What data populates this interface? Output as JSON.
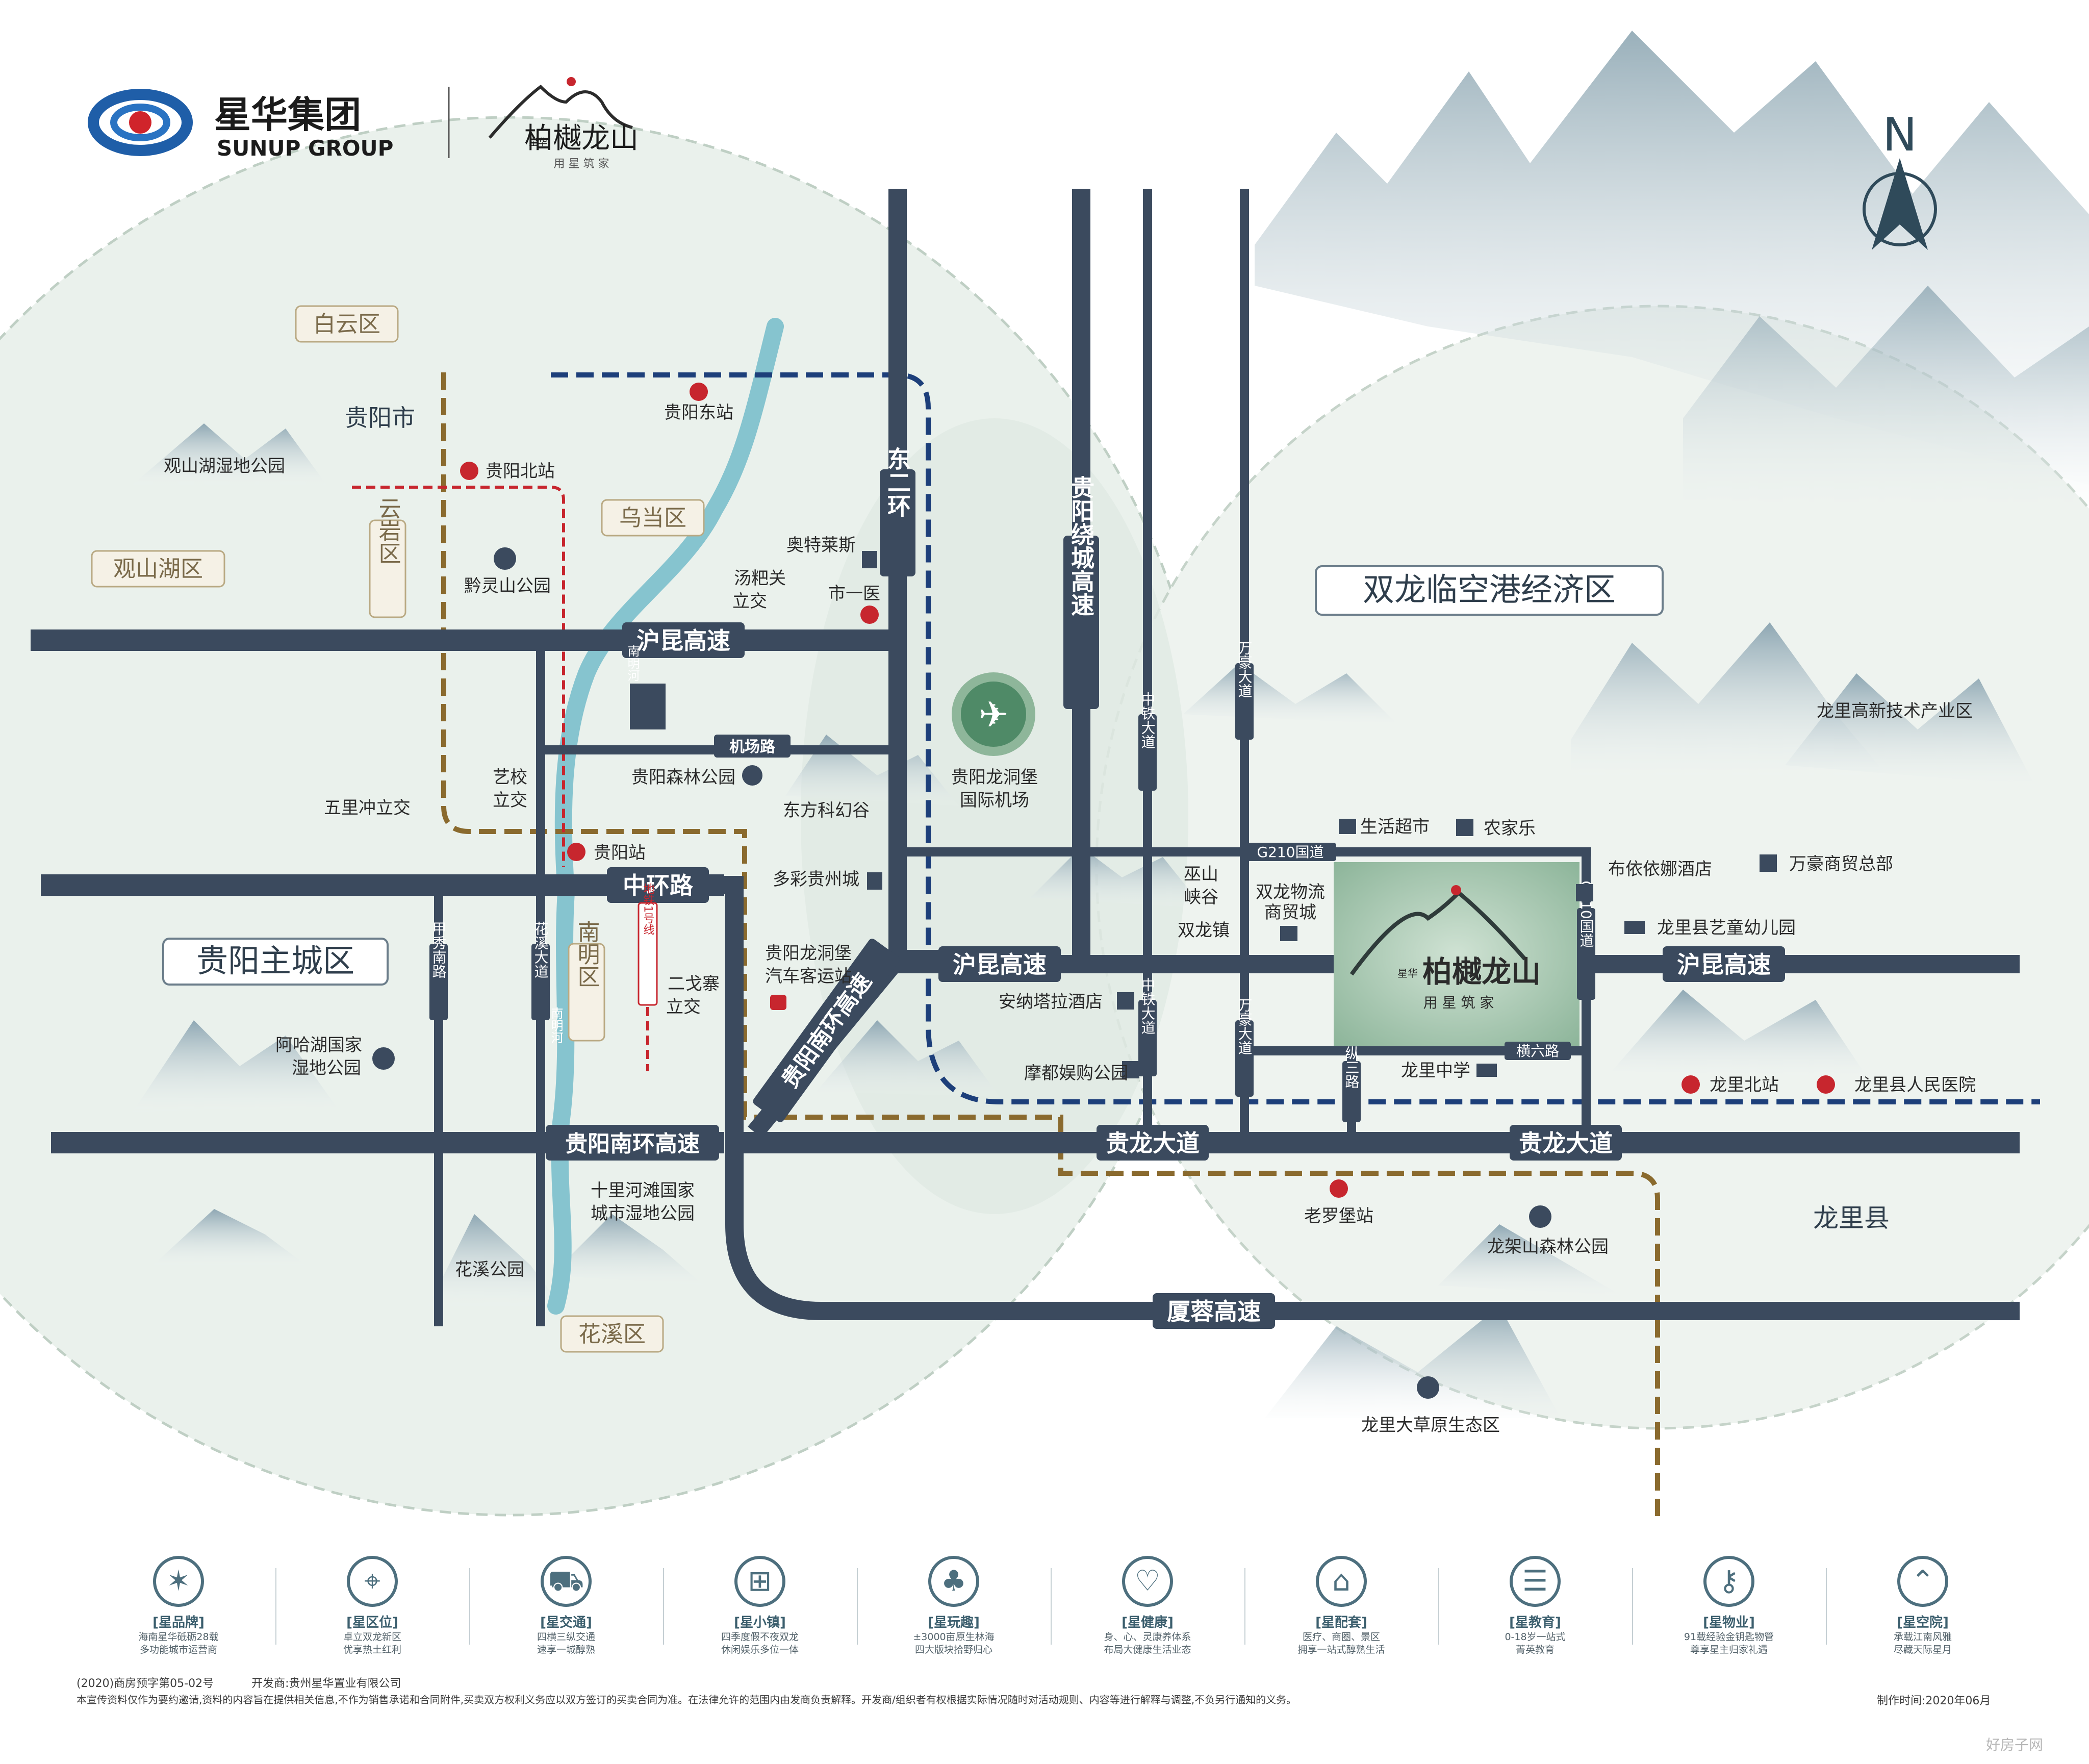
{
  "logos": {
    "group_cn": "星华集团",
    "group_en": "SUNUP GROUP",
    "project_prefix": "星华",
    "project_name": "柏樾龙山",
    "slogan": "用 星 筑 家"
  },
  "compass": "N",
  "districts": {
    "baiyun": "白云区",
    "guanshanhu": "观山湖区",
    "yunyan": "云岩区",
    "wudang": "乌当区",
    "nanming": "南明区",
    "huaxi": "花溪区",
    "guiyang_main": "贵阳主城区",
    "shuanglong": "双龙临空港经济区",
    "guiyang_city": "贵阳市",
    "longli_county": "龙里县"
  },
  "roads": {
    "hukun_west": "沪昆高速",
    "hukun_mid": "沪昆高速",
    "hukun_east": "沪昆高速",
    "dong_erhuan": "东二环",
    "raocheng": "贵阳绕城高速",
    "zhonghuan": "中环路",
    "jichang": "机场路",
    "jiaxiunan": "甲秀南路",
    "huaxi_ave": "花溪大道",
    "nanhuan_ring": "贵阳南环高速",
    "nanhuan_diag": "贵阳南环高速",
    "guilong_w": "贵龙大道",
    "guilong_e": "贵龙大道",
    "xiarong": "厦蓉高速",
    "zhongtie_n": "中铁大道",
    "zhongtie_s": "中铁大道",
    "wanhao_n": "万豪大道",
    "wanhao_s": "万豪大道",
    "g210_h": "G210国道",
    "g210_v": "G210国道",
    "hengliu": "横六路",
    "zongsan": "纵三路",
    "metro1": "地铁1号线",
    "nanminghe_1": "南明河",
    "nanminghe_2": "南明河"
  },
  "pois": {
    "guiyang_east": "贵阳东站",
    "guiyang_north": "贵阳北站",
    "guiyang_station": "贵阳站",
    "laobao": "老罗堡站",
    "longli_north": "龙里北站",
    "guanshanhu_park": "观山湖湿地公园",
    "qianlingshan": "黔灵山公园",
    "outlets": "奥特莱斯",
    "tangba_1": "汤粑关",
    "tangba_2": "立交",
    "shiyiyi": "市一医",
    "senlin": "贵阳森林公园",
    "yixiao_1": "艺校",
    "yixiao_2": "立交",
    "wulichong": "五里冲立交",
    "dongfang": "东方科幻谷",
    "duocai": "多彩贵州城",
    "bus_1": "贵阳龙洞堡",
    "bus_2": "汽车客运站",
    "ergezhai_1": "二戈寨",
    "ergezhai_2": "立交",
    "aha_1": "阿哈湖国家",
    "aha_2": "湿地公园",
    "shili_1": "十里河滩国家",
    "shili_2": "城市湿地公园",
    "huaxi_park": "花溪公园",
    "airport_1": "贵阳龙洞堡",
    "airport_2": "国际机场",
    "wushan_1": "巫山",
    "wushan_2": "峡谷",
    "shuanglong_town": "双龙镇",
    "wuliu_1": "双龙物流",
    "wuliu_2": "商贸城",
    "supermarket": "生活超市",
    "nongjiale": "农家乐",
    "hotel": "安纳塔拉酒店",
    "modu": "摩都娱购公园",
    "buyi_hotel": "布依依娜酒店",
    "wanhao_hq": "万豪商贸总部",
    "kindergarten": "龙里县艺童幼儿园",
    "middle_school": "龙里中学",
    "hospital": "龙里县人民医院",
    "longjia": "龙架山森林公园",
    "grassland": "龙里大草原生态区",
    "hightech": "龙里高新技术产业区"
  },
  "features": [
    {
      "title": "[星品牌]",
      "line1": "海南星华砥砺28载",
      "line2": "多功能城市运营商",
      "icon": "star-icon",
      "glyph": "✶"
    },
    {
      "title": "[星区位]",
      "line1": "卓立双龙新区",
      "line2": "优享热土红利",
      "icon": "location-pin-icon",
      "glyph": "⌖"
    },
    {
      "title": "[星交通]",
      "line1": "四横三纵交通",
      "line2": "速享一城醇熟",
      "icon": "car-icon",
      "glyph": "⛟"
    },
    {
      "title": "[星小镇]",
      "line1": "四季度假不夜双龙",
      "line2": "休闲娱乐多位一体",
      "icon": "gift-box-icon",
      "glyph": "⊞"
    },
    {
      "title": "[星玩趣]",
      "line1": "±3000亩原生林海",
      "line2": "四大版块拾野归心",
      "icon": "tree-icon",
      "glyph": "♣"
    },
    {
      "title": "[星健康]",
      "line1": "身、心、灵康养体系",
      "line2": "布局大健康生活业态",
      "icon": "heart-icon",
      "glyph": "♡"
    },
    {
      "title": "[星配套]",
      "line1": "医疗、商圈、景区",
      "line2": "拥享一站式醇熟生活",
      "icon": "houses-icon",
      "glyph": "⌂"
    },
    {
      "title": "[星教育]",
      "line1": "0-18岁一站式",
      "line2": "菁英教育",
      "icon": "books-icon",
      "glyph": "☰"
    },
    {
      "title": "[星物业]",
      "line1": "91载经验金钥匙物管",
      "line2": "尊享星主归家礼遇",
      "icon": "key-icon",
      "glyph": "⚷"
    },
    {
      "title": "[星空院]",
      "line1": "承载江南风雅",
      "line2": "尽藏天际星月",
      "icon": "roof-icon",
      "glyph": "⌃"
    }
  ],
  "footer": {
    "license": "(2020)商房预字第05-02号",
    "developer": "开发商:贵州星华置业有限公司",
    "disclaimer": "本宣传资料仅作为要约邀请,资料的内容旨在提供相关信息,不作为销售承诺和合同附件,买卖双方权利义务应以双方签订的买卖合同为准。在法律允许的范围内由发商负责解释。开发商/组织者有权根据实际情况随时对活动规则、内容等进行解释与调整,不负另行通知的义务。",
    "date": "制作时间:2020年06月",
    "watermark": "好房子网"
  },
  "colors": {
    "road": "#3b4a5e",
    "metro_dashed": "#1d3f7a",
    "rail_dashed": "#8a6a2e",
    "red_dashed": "#c7262e",
    "river": "#86c4cf",
    "project": "#8fb59c",
    "district_text": "#7a6a4a"
  }
}
